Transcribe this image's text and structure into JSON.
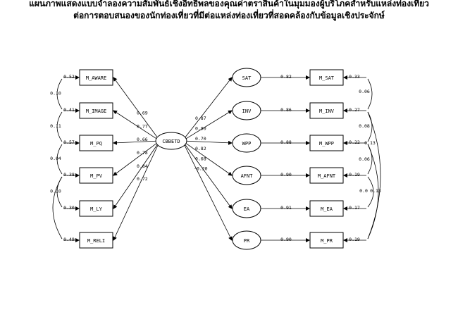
{
  "title": {
    "line1": "แผนภาพแสดงแบบจำลองความสัมพันธ์เชิงอิทธิพลของคุณค่าตราสินค้าในมุมมองผู้บริโภคสำหรับแหล่งท่องเที่ยว",
    "line2": "ต่อการตอบสนองของนักท่องเที่ยวที่มีต่อแหล่งท่องเที่ยวที่สอดคล้องกับข้อมูลเชิงประจักษ์"
  },
  "latent_center": "CBBETD",
  "left_indicators": [
    {
      "name": "M_AWARE",
      "loading": "0.69",
      "error": "0.52"
    },
    {
      "name": "M_IMAGE",
      "loading": "0.77",
      "error": "0.41"
    },
    {
      "name": "M_PQ",
      "loading": "0.66",
      "error": "0.57"
    },
    {
      "name": "M_PV",
      "loading": "0.78",
      "error": "0.38"
    },
    {
      "name": "M_LY",
      "loading": "0.84",
      "error": "0.30"
    },
    {
      "name": "M_RELI",
      "loading": "0.72",
      "error": "0.49"
    }
  ],
  "left_covariances": [
    "0.10",
    "0.11",
    "0.04",
    "0.10"
  ],
  "right_constructs": [
    {
      "name": "SAT",
      "path": "0.87",
      "loading": "0.82",
      "indicator": "M_SAT",
      "error": "0.33"
    },
    {
      "name": "INV",
      "path": "0.90",
      "loading": "0.86",
      "indicator": "M_INV",
      "error": "0.27"
    },
    {
      "name": "WPP",
      "path": "0.70",
      "loading": "0.88",
      "indicator": "M_WPP",
      "error": "0.22"
    },
    {
      "name": "AFNT",
      "path": "0.82",
      "loading": "0.90",
      "indicator": "M_AFNT",
      "error": "0.19"
    },
    {
      "name": "EA",
      "path": "0.68",
      "loading": "0.91",
      "indicator": "M_EA",
      "error": "0.17"
    },
    {
      "name": "PR",
      "path": "-0.20",
      "loading": "0.90",
      "indicator": "M_PR",
      "error": "0.19"
    }
  ],
  "right_covariances": [
    "0.06",
    "0.08",
    "0.06",
    "0.13",
    "0.0",
    "0.13"
  ]
}
